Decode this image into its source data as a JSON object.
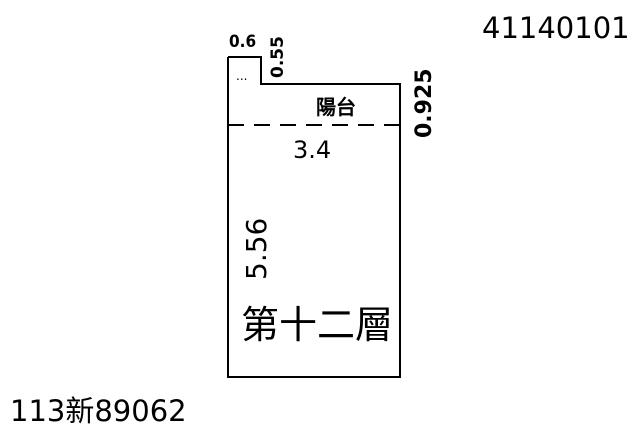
{
  "codes": {
    "top_right": "41140101",
    "bottom_left": "113新89062"
  },
  "dimensions": {
    "step_width": "0.6",
    "step_height": "0.55",
    "balcony_depth": "0.925",
    "room_width": "3.4",
    "room_length": "5.56",
    "small_marker": "..."
  },
  "labels": {
    "balcony": "陽台",
    "floor": "第十二層"
  },
  "colors": {
    "line": "#000000",
    "background": "#ffffff"
  }
}
